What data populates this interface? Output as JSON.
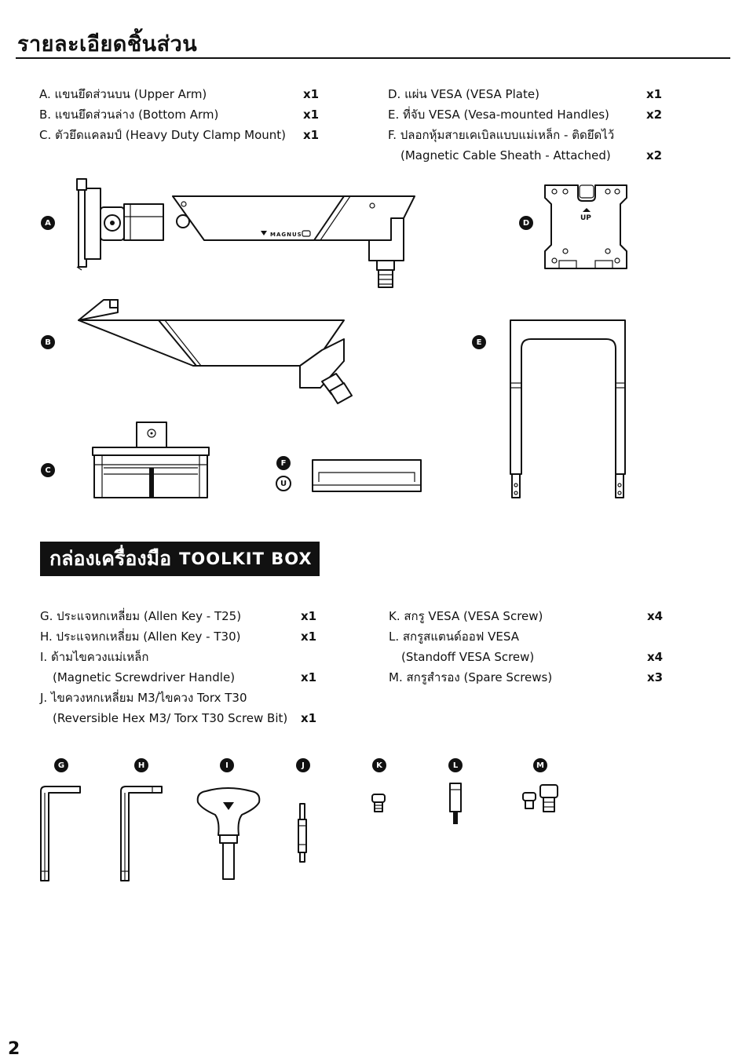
{
  "page": {
    "title": "รายละเอียดชิ้นส่วน",
    "page_number": "2"
  },
  "parts": {
    "left": [
      {
        "label": "A. แขนยึดส่วนบน (Upper Arm)",
        "qty": "x1"
      },
      {
        "label": "B. แขนยึดส่วนล่าง (Bottom Arm)",
        "qty": "x1"
      },
      {
        "label": "C. ตัวยึดแคลมป์ (Heavy Duty Clamp Mount)",
        "qty": "x1"
      }
    ],
    "right": [
      {
        "label": "D. แผ่น VESA (VESA Plate)",
        "qty": "x1"
      },
      {
        "label": "E. ที่จับ VESA (Vesa-mounted Handles)",
        "qty": "x2"
      },
      {
        "label": "F. ปลอกหุ้มสายเคเบิลแบบแม่เหล็ก - ติดยึดไว้",
        "qty": ""
      },
      {
        "label": "(Magnetic Cable Sheath - Attached)",
        "qty": "x2"
      }
    ]
  },
  "part_badges": {
    "a": "A",
    "b": "B",
    "c": "C",
    "d": "D",
    "e": "E",
    "f": "F",
    "magnet": "U"
  },
  "illustrations": {
    "arm_brand": "MAGNUS",
    "vesa_plate_mark": "UP"
  },
  "toolkit": {
    "heading_th": "กล่องเครื่องมือ",
    "heading_en": "TOOLKIT BOX",
    "left": [
      {
        "label": "G. ประแจหกเหลี่ยม (Allen Key - T25)",
        "qty": "x1"
      },
      {
        "label": "H. ประแจหกเหลี่ยม (Allen Key - T30)",
        "qty": "x1"
      },
      {
        "label": "I.  ด้ามไขควงแม่เหล็ก",
        "qty": ""
      },
      {
        "label": "(Magnetic Screwdriver Handle)",
        "qty": "x1"
      },
      {
        "label": "J. ไขควงหกเหลี่ยม M3/ไขควง Torx T30",
        "qty": ""
      },
      {
        "label": "(Reversible Hex M3/ Torx T30 Screw Bit)",
        "qty": "x1"
      }
    ],
    "right": [
      {
        "label": "K. สกรู VESA (VESA Screw)",
        "qty": "x4"
      },
      {
        "label": "L. สกรูสแตนด์ออฟ VESA",
        "qty": ""
      },
      {
        "label": "(Standoff VESA Screw)",
        "qty": "x4"
      },
      {
        "label": "M. สกรูสำรอง (Spare Screws)",
        "qty": "x3"
      }
    ]
  },
  "tool_badges": {
    "g": "G",
    "h": "H",
    "i": "I",
    "j": "J",
    "k": "K",
    "l": "L",
    "m": "M"
  }
}
